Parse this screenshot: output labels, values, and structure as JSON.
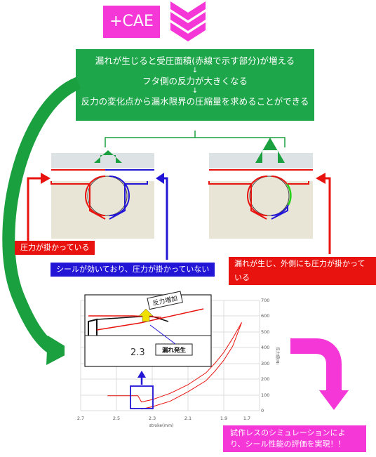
{
  "cae_badge": "+CAE",
  "steps": [
    "漏れが生じると受圧面積(赤線で示す部分)が増える",
    "↓",
    "フタ側の反力が大きくなる",
    "↓",
    "反力の変化点から漏水限界の圧縮量を求めることができる"
  ],
  "labels": {
    "pressure_applied": "圧力が掛かっている",
    "seal_working": "シールが効いており、圧力が掛かっていない",
    "leak_outside_pressure": "漏れが生じ、外側にも圧力が掛かっている"
  },
  "chart_annotations": {
    "reaction_increase": "反力増加",
    "leak_onset": "漏れ発生",
    "onset_value": "2.3"
  },
  "conclusion": "試作レスのシミュレーションにより、シール性能の評価を実現！！",
  "chart_data": {
    "type": "line",
    "xlabel": "stroke(mm)",
    "ylabel": "反力値(N)",
    "x_ticks": [
      "2.7",
      "2.5",
      "2.3",
      "2.1",
      "1.9",
      "1.7"
    ],
    "y_ticks": [
      "0",
      "100",
      "200",
      "300",
      "400",
      "500",
      "600",
      "700"
    ],
    "xlim": [
      2.7,
      1.7
    ],
    "ylim": [
      0,
      700
    ],
    "x_reversed": true,
    "grid": true,
    "series": [
      {
        "x": [
          2.55,
          2.5,
          2.45,
          2.4,
          2.38,
          2.36,
          2.3,
          2.2,
          2.1,
          2.0,
          1.95,
          1.9,
          1.85,
          1.8
        ],
        "y": [
          95,
          95,
          95,
          95,
          95,
          55,
          70,
          110,
          165,
          240,
          300,
          370,
          460,
          560
        ]
      },
      {
        "x": [
          1.8,
          1.85,
          1.9,
          1.95,
          2.0,
          2.1,
          2.2,
          2.3,
          2.36
        ],
        "y": [
          560,
          410,
          320,
          250,
          190,
          120,
          60,
          25,
          10
        ]
      }
    ]
  }
}
